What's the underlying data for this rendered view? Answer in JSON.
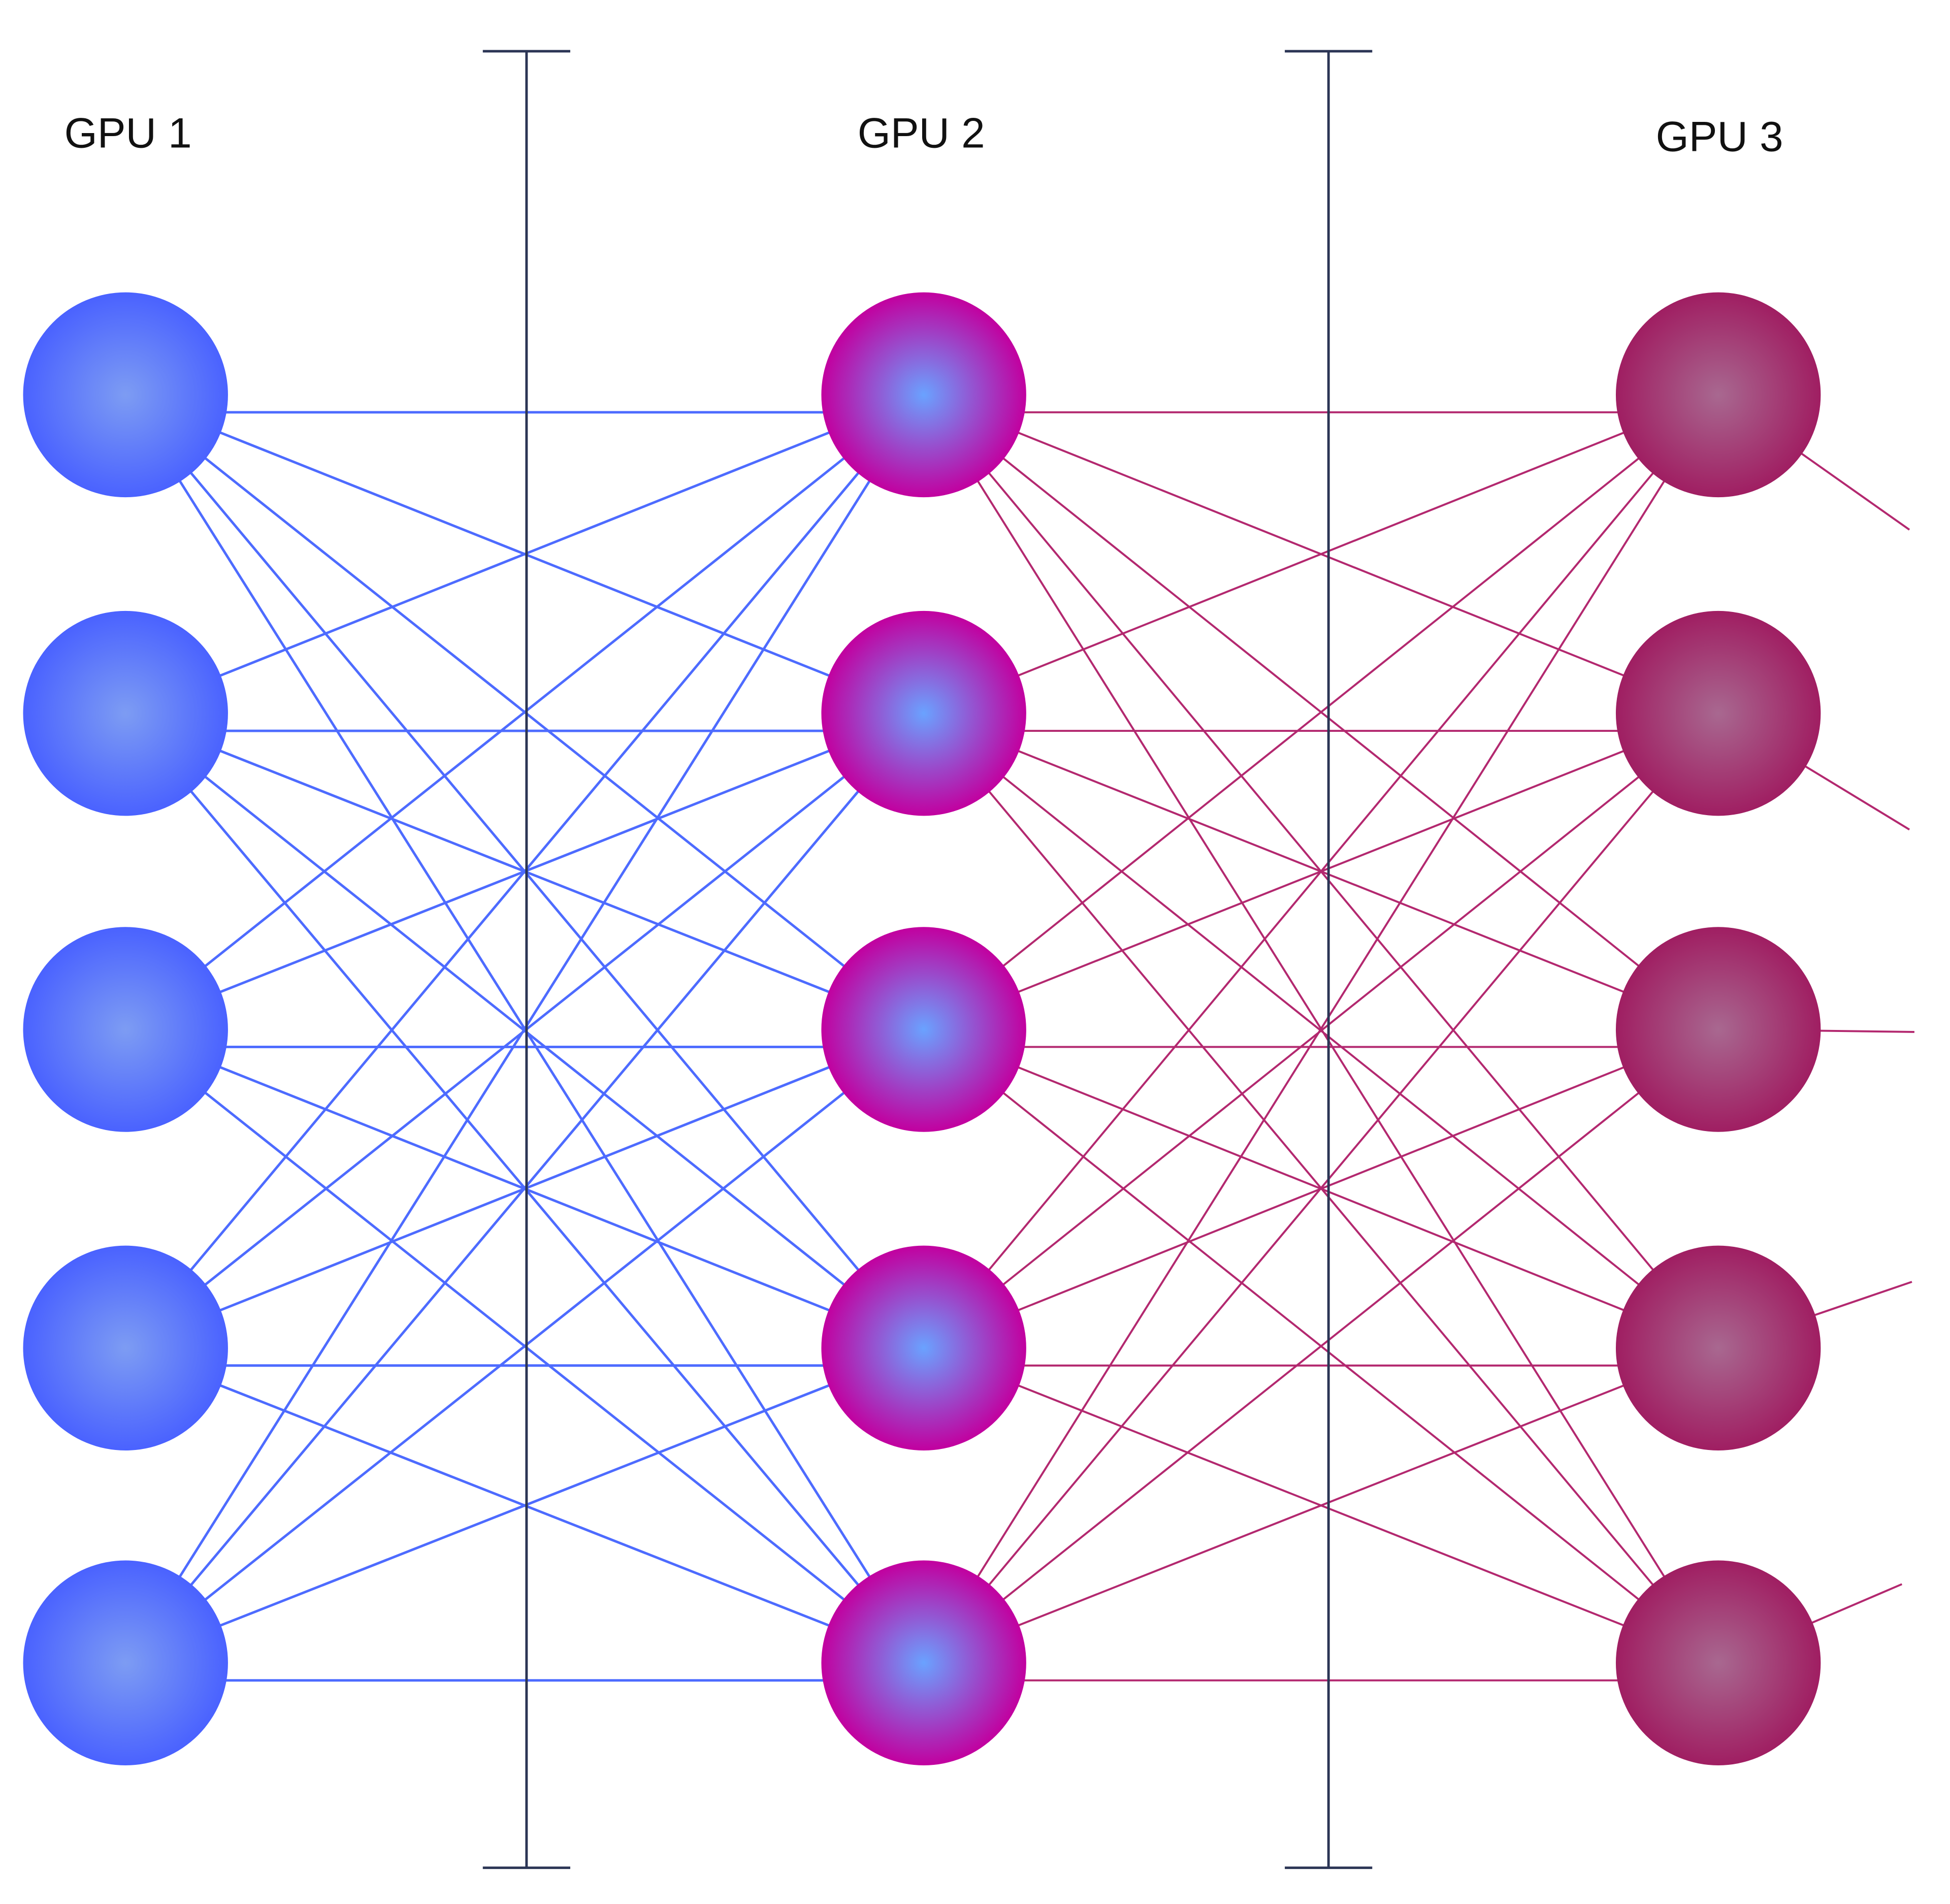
{
  "layers": [
    {
      "label": "GPU 1",
      "nodes": 5,
      "color": "#4a62ff",
      "center_color": "#7d9cf3",
      "edge_color": "#4d6bff"
    },
    {
      "label": "GPU 2",
      "nodes": 5,
      "color": "#c2009f",
      "center_color": "#6aa2ff",
      "edge_color": "#b3286f"
    },
    {
      "label": "GPU 3",
      "nodes": 5,
      "color": "#a01e62",
      "center_color": "#a86890",
      "edge_color": "#b3286f"
    }
  ],
  "connectivity": "fully-connected",
  "partition_divider_color": "#2b3555",
  "partition_dividers": 2,
  "output_stubs": true
}
